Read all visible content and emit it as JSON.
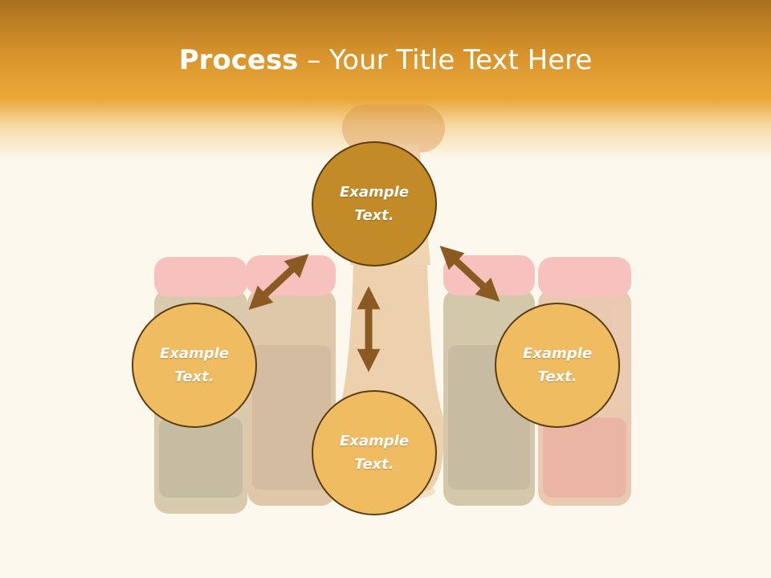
{
  "title": {
    "bold": "Process",
    "rest": " – Your Title Text Here"
  },
  "nodes": {
    "top": "Example\nText.",
    "left": "Example\nText.",
    "right": "Example\nText.",
    "bottom": "Example\nText."
  },
  "colors": {
    "header": "#d9952c",
    "arrow": "#8b5a22",
    "node_primary": "#c28b28",
    "node_secondary": "#f0bc62"
  }
}
